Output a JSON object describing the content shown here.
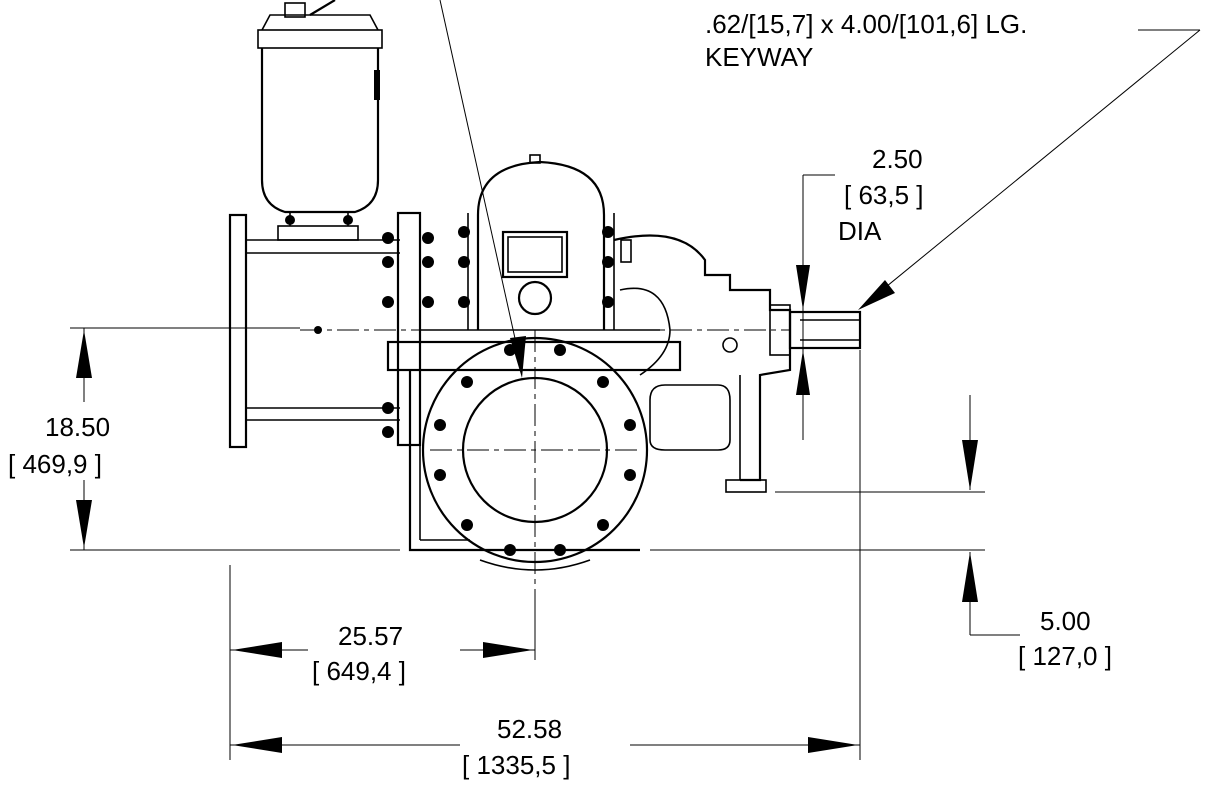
{
  "dimensions": {
    "keyway_line1": ".62/[15,7] x 4.00/[101,6] LG.",
    "keyway_line2": "KEYWAY",
    "shaft_in": "2.50",
    "shaft_mm": "[ 63,5 ]",
    "shaft_dia": "DIA",
    "height_in": "18.50",
    "height_mm": "[ 469,9 ]",
    "offset_in": "25.57",
    "offset_mm": "[ 649,4 ]",
    "length_in": "52.58",
    "length_mm": "[ 1335,5 ]",
    "base_in": "5.00",
    "base_mm": "[ 127,0 ]"
  }
}
